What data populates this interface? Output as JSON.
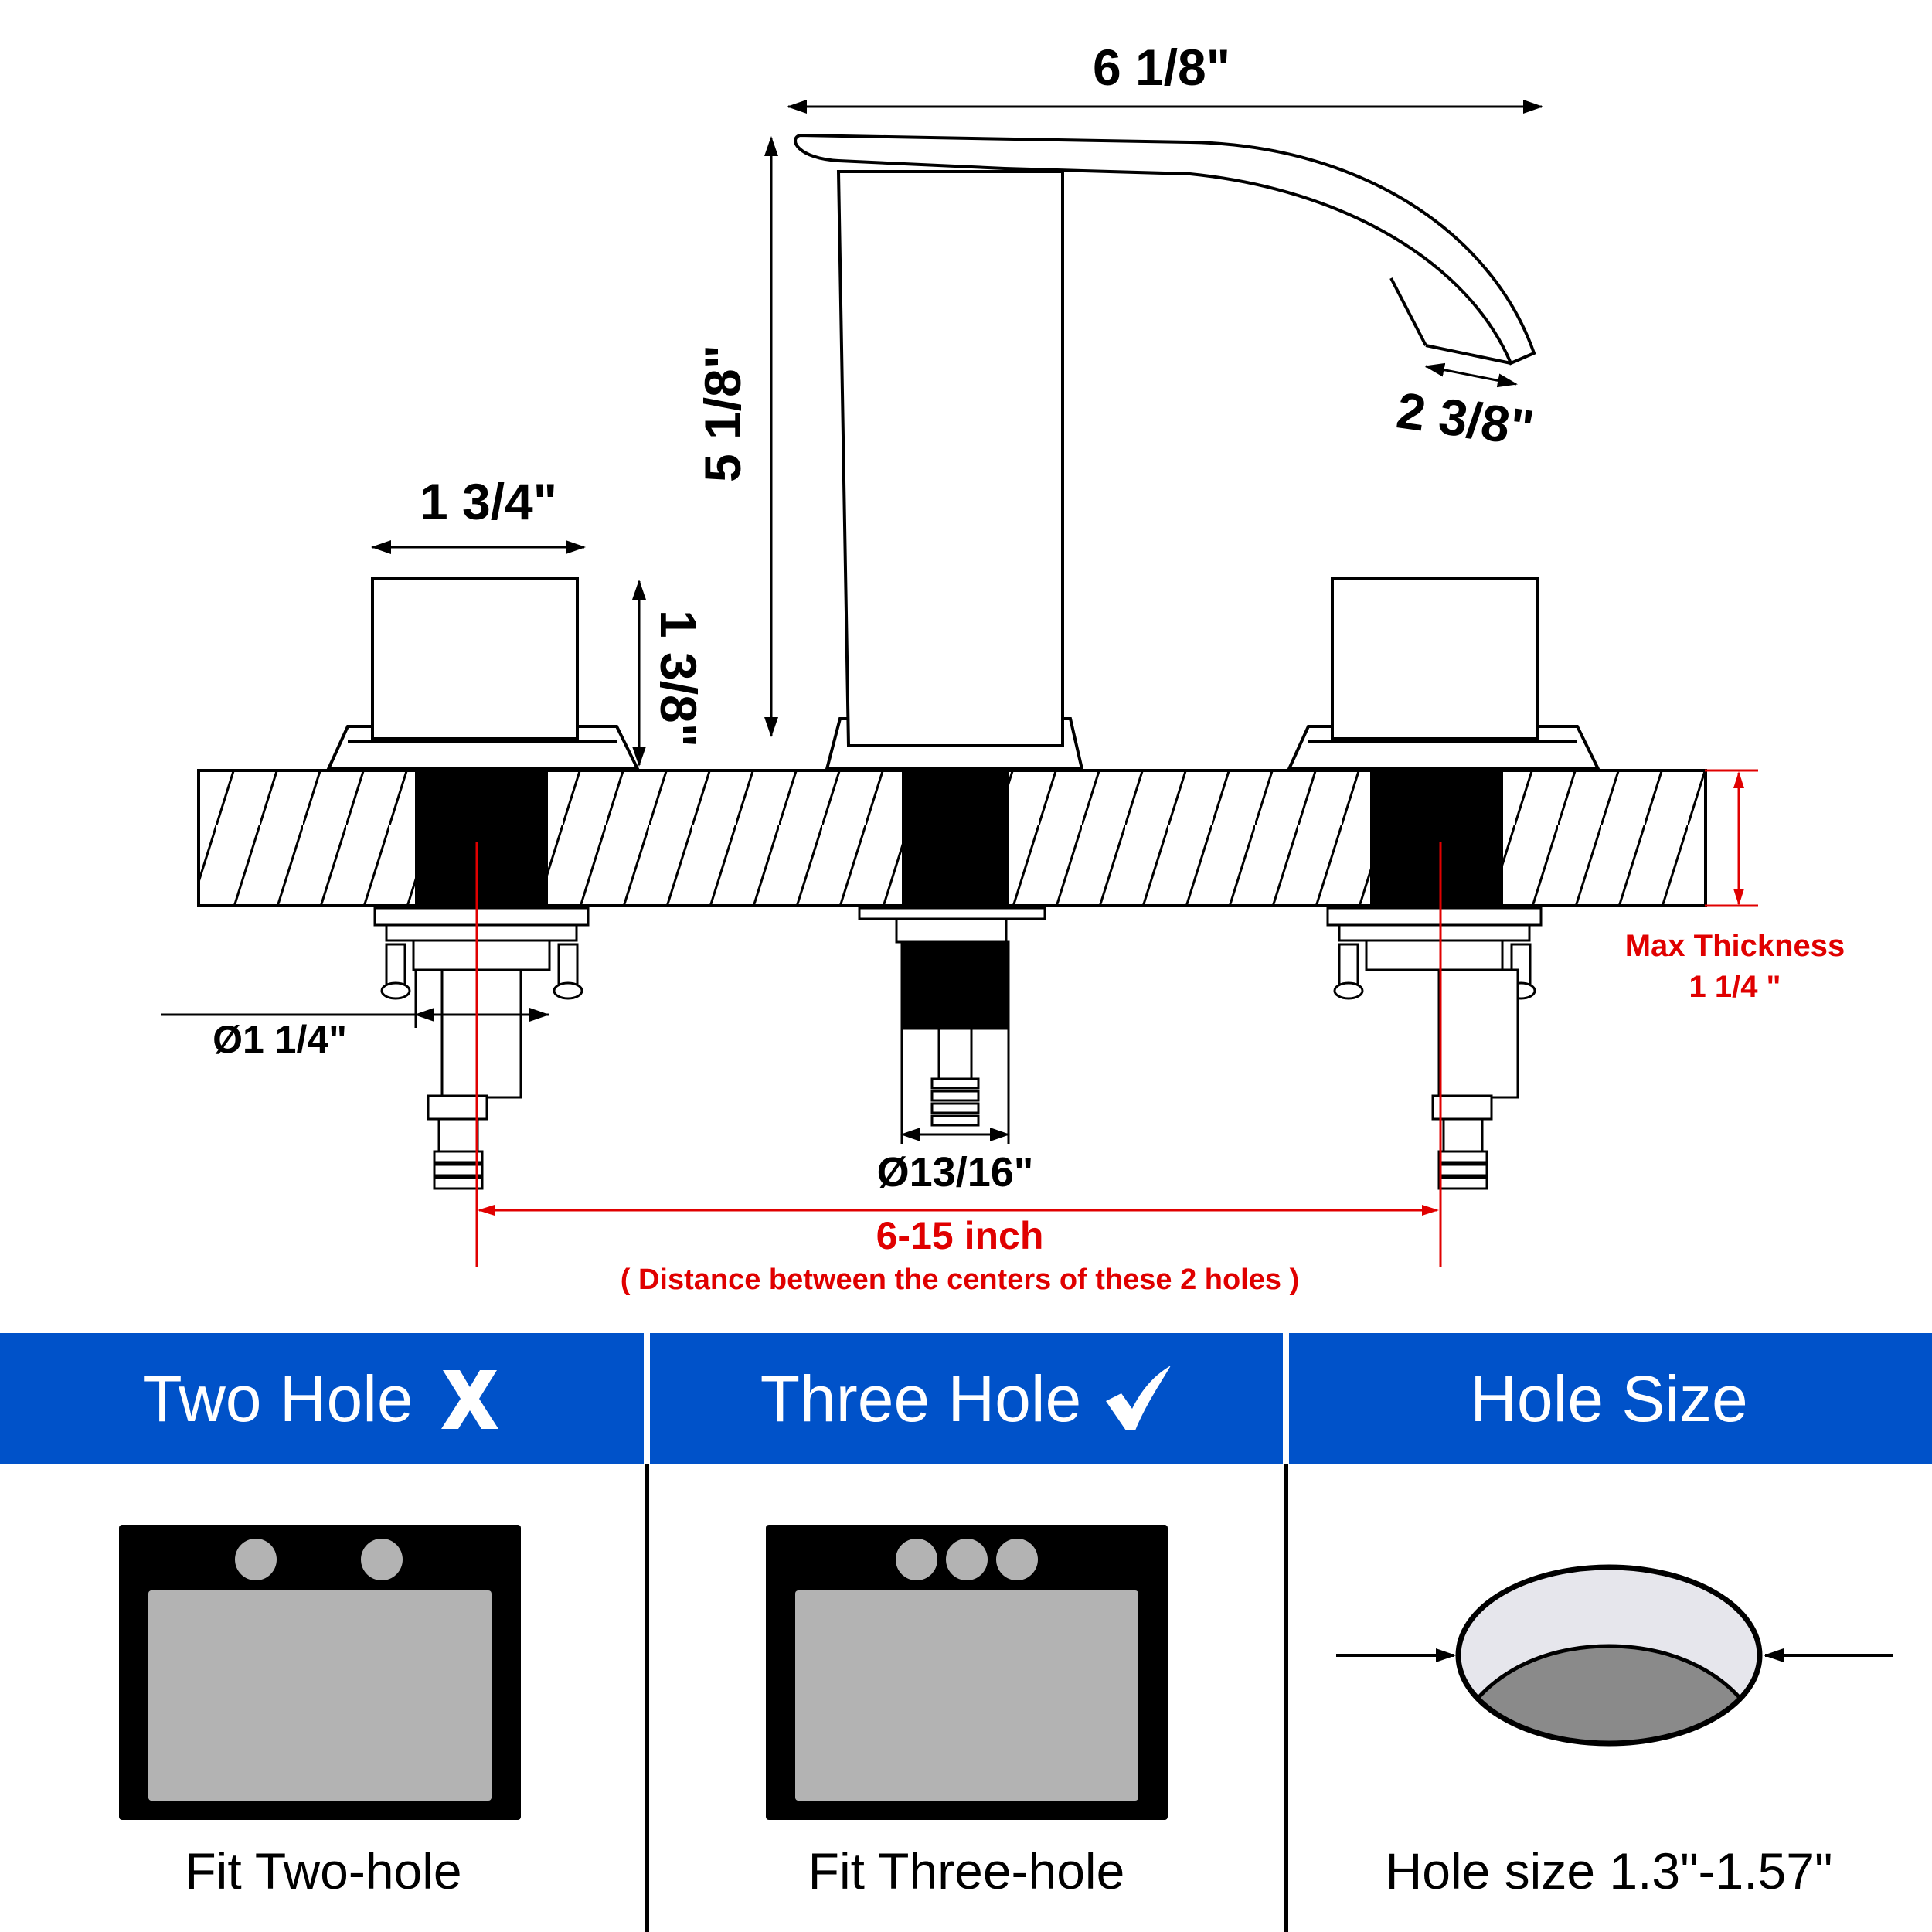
{
  "dimensions": {
    "spout_length": "6 1/8\"",
    "spout_height": "5 1/8\"",
    "spout_width": "2 3/8\"",
    "handle_width": "1 3/4\"",
    "handle_height": "1 3/8\"",
    "handle_shank_diameter": "Ø1 1/4\"",
    "spout_shank_diameter": "Ø13/16\"",
    "max_thickness_label": "Max Thickness",
    "max_thickness_value": "1 1/4 \"",
    "center_distance": "6-15 inch",
    "center_distance_note": "( Distance between the centers of these 2 holes )"
  },
  "panels": [
    {
      "title": "Two Hole",
      "mark": "x-mark-icon",
      "caption": "Fit Two-hole"
    },
    {
      "title": "Three Hole",
      "mark": "check-mark-icon",
      "caption": "Fit Three-hole"
    },
    {
      "title": "Hole Size",
      "mark": "",
      "caption": "Hole size 1.3\"-1.57\""
    }
  ],
  "colors": {
    "header_blue": "#0052c9",
    "annotation_red": "#e00000",
    "basin_gray": "#b3b3b3"
  }
}
